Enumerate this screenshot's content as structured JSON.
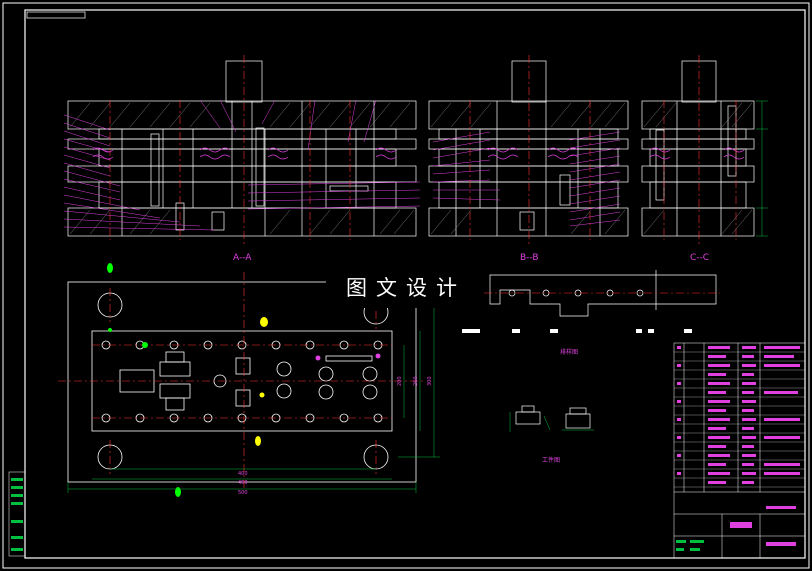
{
  "drawing": {
    "section_labels": {
      "a": "A--A",
      "b": "B--B",
      "c": "C--C"
    },
    "watermark": "图文设计",
    "strip_caption": "排样图",
    "workpiece_caption": "工件图",
    "dimensions": {
      "w1": "400",
      "w2": "450",
      "w3": "500",
      "h1": "200",
      "h2": "260",
      "h3": "300"
    }
  },
  "colors": {
    "background": "#000000",
    "frame": "#ffffff",
    "annotation": "#e040e0",
    "center_line": "#ff3030",
    "dimension": "#00c040",
    "highlight_yellow": "#ffff00",
    "highlight_green": "#00ff00"
  }
}
